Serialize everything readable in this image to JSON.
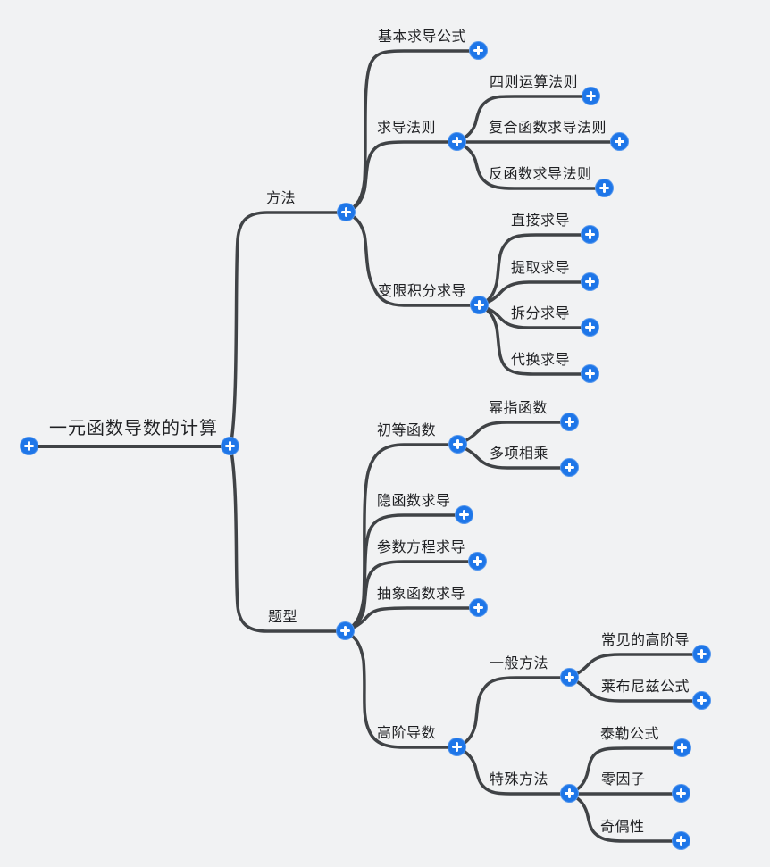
{
  "mindmap": {
    "root": {
      "label": "一元函数导数的计算"
    },
    "branches": [
      {
        "label": "方法",
        "children": [
          {
            "label": "基本求导公式"
          },
          {
            "label": "求导法则",
            "children": [
              {
                "label": "四则运算法则"
              },
              {
                "label": "复合函数求导法则"
              },
              {
                "label": "反函数求导法则"
              }
            ]
          },
          {
            "label": "变限积分求导",
            "children": [
              {
                "label": "直接求导"
              },
              {
                "label": "提取求导"
              },
              {
                "label": "拆分求导"
              },
              {
                "label": "代换求导"
              }
            ]
          }
        ]
      },
      {
        "label": "题型",
        "children": [
          {
            "label": "初等函数",
            "children": [
              {
                "label": "幂指函数"
              },
              {
                "label": "多项相乘"
              }
            ]
          },
          {
            "label": "隐函数求导"
          },
          {
            "label": "参数方程求导"
          },
          {
            "label": "抽象函数求导"
          },
          {
            "label": "高阶导数",
            "children": [
              {
                "label": "一般方法",
                "children": [
                  {
                    "label": "常见的高阶导"
                  },
                  {
                    "label": "莱布尼兹公式"
                  }
                ]
              },
              {
                "label": "特殊方法",
                "children": [
                  {
                    "label": "泰勒公式"
                  },
                  {
                    "label": "零因子"
                  },
                  {
                    "label": "奇偶性"
                  }
                ]
              }
            ]
          }
        ]
      }
    ],
    "colors": {
      "background": "#f1f2f3",
      "line": "#404346",
      "text": "#1f2023",
      "expand_button": "#1e76e8",
      "expand_glyph": "#ffffff"
    },
    "icons": {
      "expand": "plus-icon"
    }
  }
}
